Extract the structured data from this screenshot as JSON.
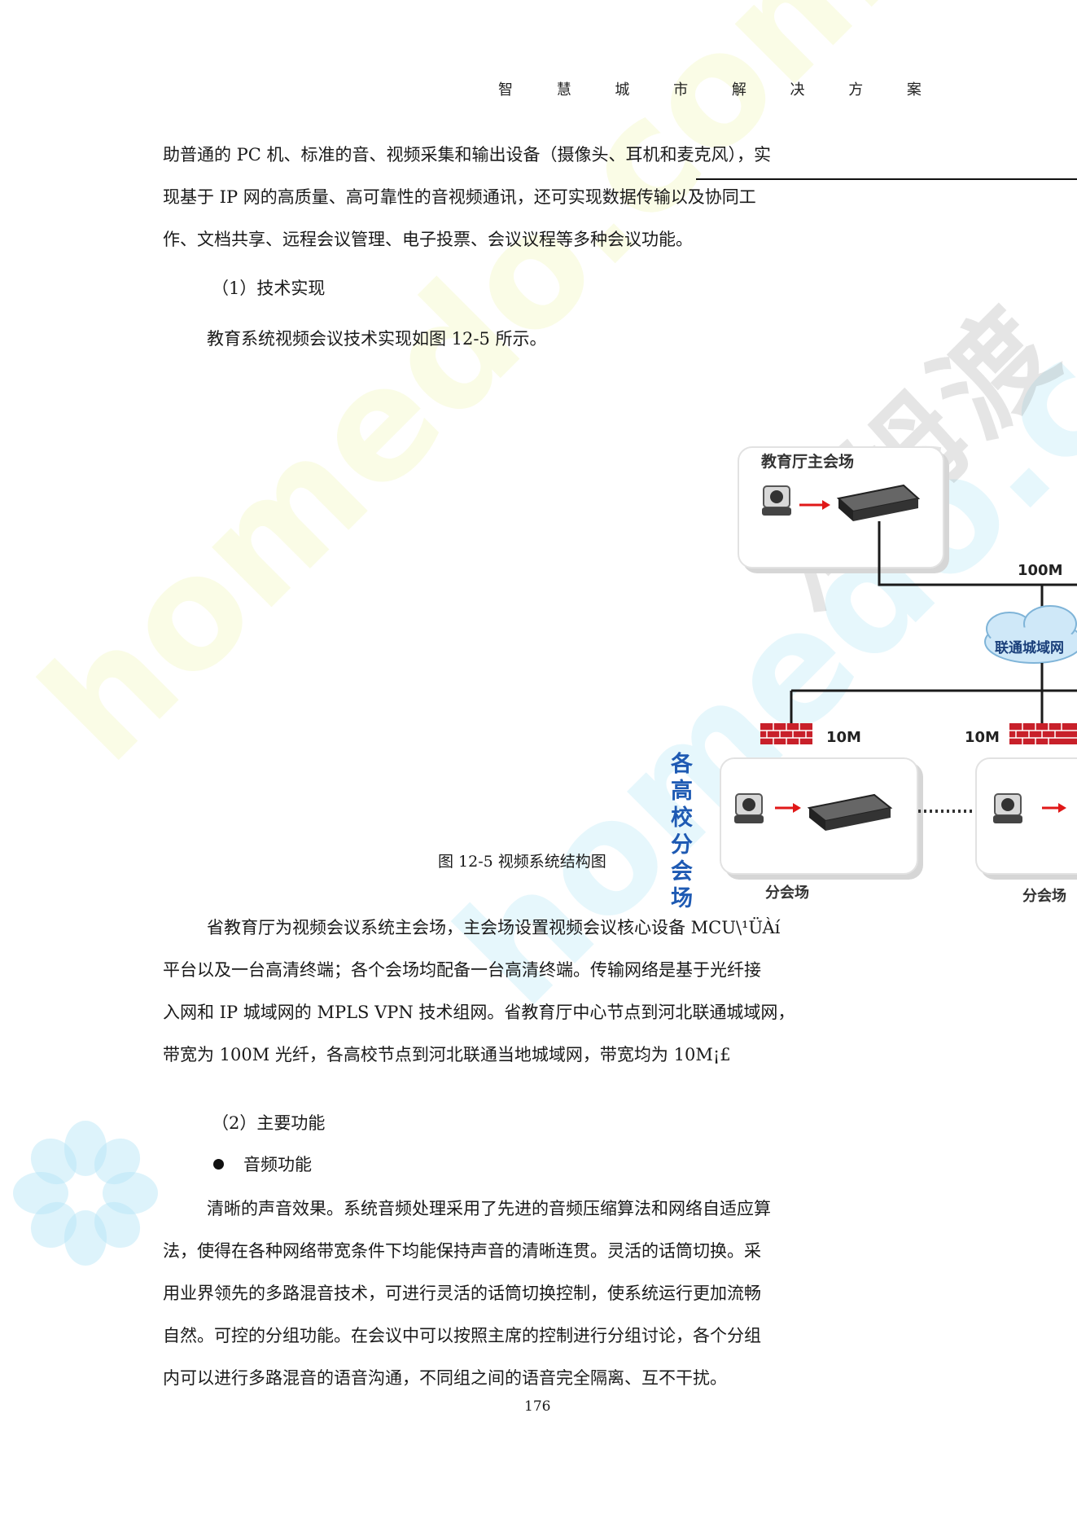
{
  "header": {
    "chars": [
      "智",
      "慧",
      "城",
      "市",
      "解",
      "决",
      "方",
      "案"
    ]
  },
  "body": {
    "intro_lines": [
      "助普通的 PC 机、标准的音、视频采集和输出设备（摄像头、耳机和麦克风），实",
      "现基于 IP 网的高质量、高可靠性的音视频通讯，还可实现数据传输以及协同工",
      "作、文档共享、远程会议管理、电子投票、会议议程等多种会议功能。"
    ],
    "sub1": "（1）技术实现",
    "figure_intro": "教育系统视频会议技术实现如图  12-5  所示。",
    "caption": "图 12-5 视频系统结构图",
    "desc_lines": [
      "省教育厅为视频会议系统主会场，主会场设置视频会议核心设备  MCU\\¹ÜÀí",
      "平台以及一台高清终端；各个会场均配备一台高清终端。传输网络是基于光纤接",
      "入网和  IP  城域网的  MPLS VPN  技术组网。省教育厅中心节点到河北联通城域网，",
      "带宽为  100M  光纤，各高校节点到河北联通当地城域网，带宽均为   10M¡£"
    ],
    "sub2": "（2）主要功能",
    "bullet1": "音频功能",
    "audio_lines": [
      "清晰的声音效果。系统音频处理采用了先进的音频压缩算法和网络自适应算",
      "法，使得在各种网络带宽条件下均能保持声音的清晰连贯。灵活的话筒切换。采",
      "用业界领先的多路混音技术，可进行灵活的话筒切换控制，使系统运行更加流畅",
      "自然。可控的分组功能。在会议中可以按照主席的控制进行分组讨论，各个分组",
      "内可以进行多路混音的语音沟通，不同组之间的语音完全隔离、互不干扰。"
    ],
    "page_number": "176"
  },
  "diagram": {
    "main_site": "教育厅主会场",
    "main_bandwidth": "100M",
    "network": "联通城域网",
    "branch_bandwidth_left": "10M",
    "branch_bandwidth_right": "10M",
    "branch_group_label": "各高校分会场",
    "branch_site_left": "分会场",
    "branch_site_right": "分会场"
  },
  "watermark": {
    "text_a": "homedo.com",
    "text_b": "homedo.com",
    "text_c": "河姆渡"
  },
  "colors": {
    "firewall": "#c8202a",
    "arrow": "#e01818",
    "line": "#1a1a1a",
    "cloud": "#cfe8f8",
    "branch_label": "#1e5ab3"
  }
}
